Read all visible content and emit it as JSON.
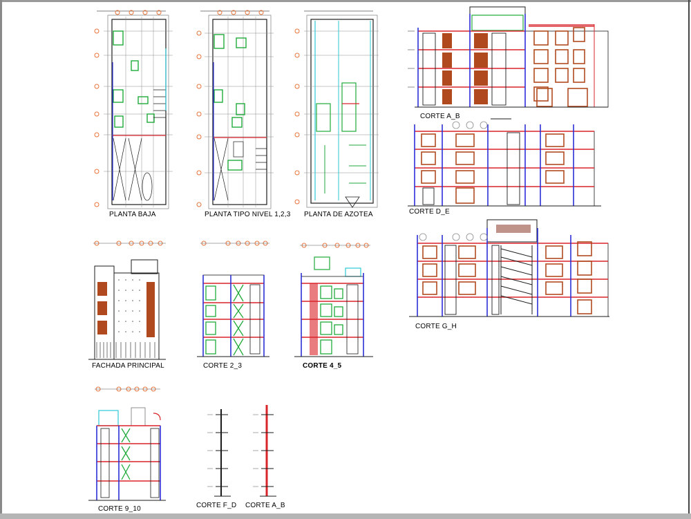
{
  "drawing": {
    "floor_plans": [
      {
        "id": "planta-baja",
        "label": "PLANTA BAJA"
      },
      {
        "id": "planta-tipo",
        "label": "PLANTA TIPO NIVEL 1,2,3"
      },
      {
        "id": "planta-azotea",
        "label": "PLANTA DE AZOTEA"
      }
    ],
    "facades": [
      {
        "id": "fachada-principal",
        "label": "FACHADA PRINCIPAL"
      }
    ],
    "sections": [
      {
        "id": "corte-a-b-large",
        "label": "CORTE  A_B"
      },
      {
        "id": "corte-d-e",
        "label": "CORTE  D_E"
      },
      {
        "id": "corte-g-h",
        "label": "CORTE  G_H"
      },
      {
        "id": "corte-2-3",
        "label": "CORTE  2_3"
      },
      {
        "id": "corte-4-5",
        "label": "CORTE  4_5"
      },
      {
        "id": "corte-9-10",
        "label": "CORTE  9_10"
      },
      {
        "id": "corte-f-d",
        "label": "CORTE  F_D"
      },
      {
        "id": "corte-a-b-small",
        "label": "CORTE  A_B"
      }
    ],
    "colors": {
      "axis_marker": "#e8733a",
      "wall_outline": "#1a1a1a",
      "slab_red": "#d9242a",
      "wall_blue": "#2b2fd6",
      "fixture_green": "#1faa3a",
      "cyan": "#2ec9d6",
      "window_brown": "#b04a1e",
      "grid_gray": "#8c8c8c"
    }
  }
}
